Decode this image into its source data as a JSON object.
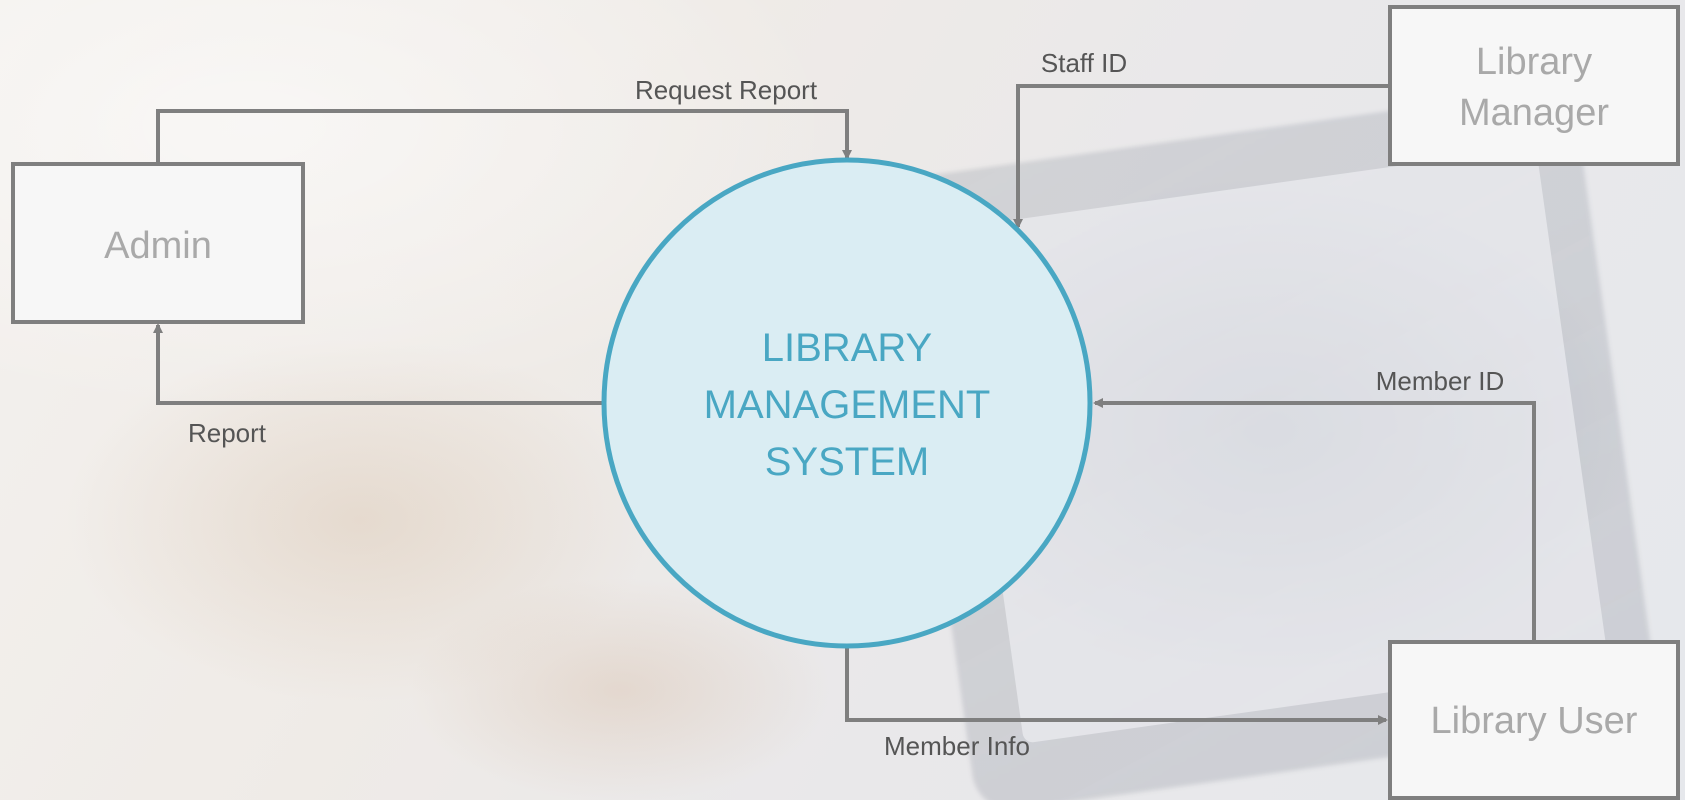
{
  "diagram": {
    "process": {
      "lines": [
        "LIBRARY",
        "MANAGEMENT",
        "SYSTEM"
      ]
    },
    "entities": {
      "admin": {
        "lines": [
          "Admin"
        ]
      },
      "library_manager": {
        "lines": [
          "Library",
          "Manager"
        ]
      },
      "library_user": {
        "lines": [
          "Library User"
        ]
      }
    },
    "flows": {
      "request_report": "Request Report",
      "report": "Report",
      "staff_id": "Staff ID",
      "member_id": "Member ID",
      "member_info": "Member Info"
    }
  },
  "colors": {
    "process_fill": "#daedf3",
    "process_stroke": "#49a7c3",
    "process_text": "#49a7c3",
    "entity_fill": "#f7f7f7",
    "entity_stroke": "#7f7f7f",
    "entity_text": "#a9a9a9",
    "connector": "#7f7f7f",
    "flow_text": "#555555"
  }
}
